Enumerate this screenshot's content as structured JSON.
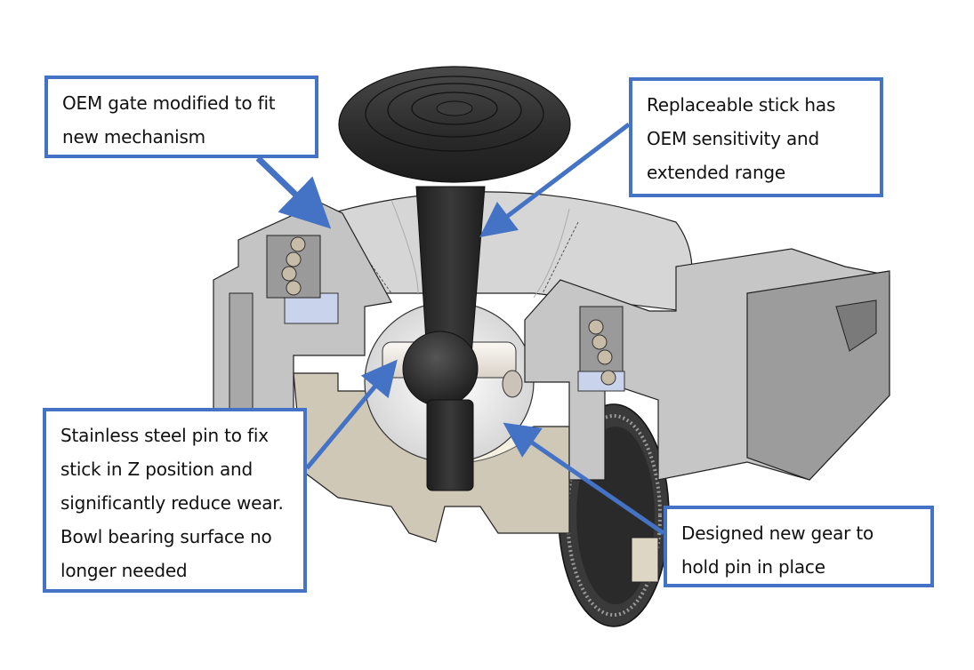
{
  "figure": {
    "subject": "joystick gimbal mechanism cutaway",
    "colors": {
      "callout_border": "#4472c4",
      "arrow": "#4472c4",
      "housing_gray": "#c8c8c8",
      "housing_dark": "#8c8c8c",
      "base_beige": "#cfc8b6",
      "stick_black": "#2b2b2b",
      "bracket_blue": "#c9d3ec",
      "pin_white": "#f2ede6"
    }
  },
  "callouts": [
    {
      "id": "gate",
      "lines": [
        "OEM gate modified to fit",
        "new mechanism"
      ]
    },
    {
      "id": "stick",
      "lines": [
        "Replaceable stick has",
        "OEM sensitivity and",
        "extended range"
      ]
    },
    {
      "id": "pin",
      "lines": [
        "Stainless steel pin to fix",
        "stick in Z position and",
        "significantly reduce wear.",
        "Bowl bearing surface no",
        "longer needed"
      ]
    },
    {
      "id": "gear",
      "lines": [
        "Designed new gear to",
        "hold pin in place"
      ]
    }
  ]
}
